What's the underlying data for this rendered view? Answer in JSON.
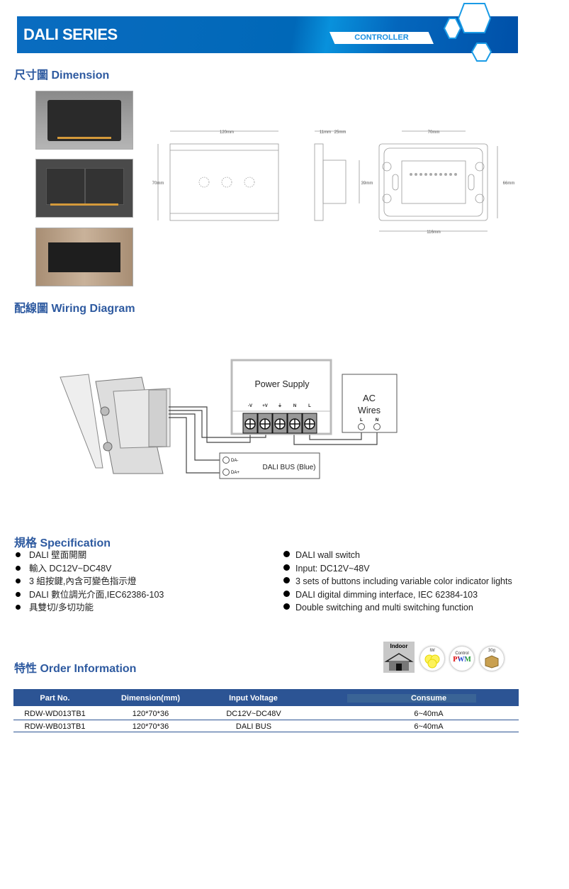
{
  "header": {
    "title": "DALI SERIES",
    "tag": "CONTROLLER"
  },
  "dimension": {
    "heading": "尺寸圖 Dimension",
    "front": {
      "width": "120mm",
      "height": "70mm"
    },
    "side": {
      "plate": "11mm",
      "body": "25mm",
      "height": "39mm"
    },
    "back": {
      "inner_width": "70mm",
      "height": "66mm",
      "width": "116mm"
    }
  },
  "wiring": {
    "heading": "配線圖 Wiring Diagram",
    "power_supply": "Power Supply",
    "terminals": [
      "-V",
      "+V",
      "⏚",
      "N",
      "L"
    ],
    "ac": {
      "title_line1": "AC",
      "title_line2": "Wires",
      "l": "L",
      "n": "N"
    },
    "bus": {
      "label": "DALI BUS (Blue)",
      "da_minus": "DA-",
      "da_plus": "DA+"
    }
  },
  "spec": {
    "heading": "規格  Specification",
    "zh": [
      "DALI  壁面開關",
      "輸入 DC12V~DC48V",
      "3 組按鍵,內含可變色指示燈",
      "DALI 數位調光介面,IEC62386-103",
      "具雙切/多切功能"
    ],
    "en": [
      "DALI wall switch",
      "Input: DC12V~48V",
      "3 sets of buttons including variable color indicator lights",
      "DALI digital dimming interface, IEC 62384-103",
      "Double switching and multi switching function"
    ]
  },
  "order": {
    "heading": "特性  Order Information",
    "icons": {
      "indoor": "Indoor",
      "power": "IW",
      "control": "Control",
      "pwm": "PWM",
      "weight": "30g"
    },
    "columns": [
      "Part No.",
      "Dimension(mm)",
      "Input Voltage",
      "Consume"
    ],
    "rows": [
      [
        "RDW-WD013TB1",
        "120*70*36",
        "DC12V~DC48V",
        "6~40mA"
      ],
      [
        "RDW-WB013TB1",
        "120*70*36",
        "DALI BUS",
        "6~40mA"
      ]
    ]
  }
}
